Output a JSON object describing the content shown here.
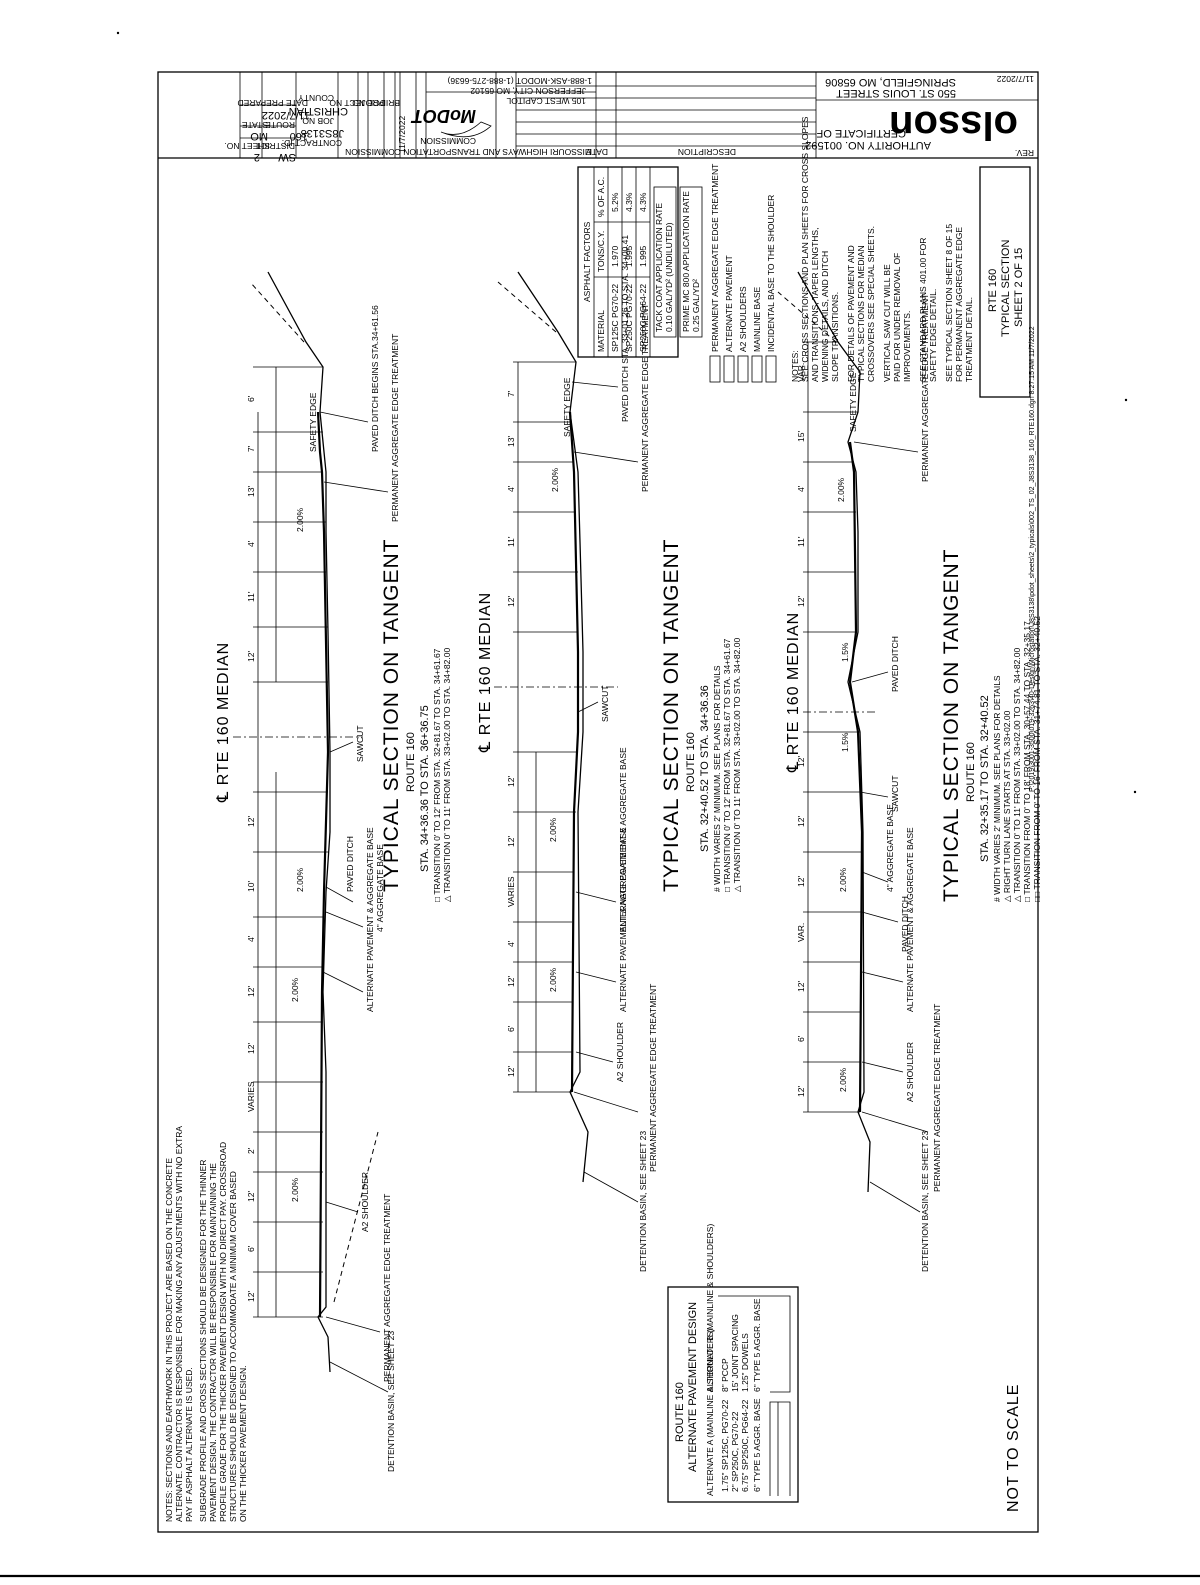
{
  "notes": [
    "NOTES: SECTIONS AND EARTHWORK IN THIS PROJECT ARE BASED ON THE CONCRETE",
    "ALTERNATE. CONTRACTOR IS RESPONSIBLE FOR MAKING ANY ADJUSTMENTS WITH NO EXTRA",
    "PAY IF ASPHALT ALTERNATE IS USED.",
    "SUBGRADE PROFILE AND CROSS SECTIONS SHOULD BE DESIGNED FOR THE THINNER",
    "PAVEMENT DESIGN. THE CONTRACTOR WILL BE RESPONSIBLE FOR MAINTAINING THE",
    "PROFILE GRADE FOR THE THICKER PAVEMENT DESIGN WITH NO DIRECT PAY. CROSSROAD",
    "STRUCTURES SHOULD BE DESIGNED TO ACCOMMODATE A MINIMUM COVER BASED",
    "ON THE THICKER PAVEMENT DESIGN."
  ],
  "not_to_scale": "NOT TO SCALE",
  "sections": [
    {
      "median": "℄ RTE 160 MEDIAN",
      "title": "TYPICAL SECTION ON TANGENT",
      "route": "ROUTE 160",
      "station": "STA. 34+36.36 TO STA. 36+36.75",
      "notes": [
        "□ TRANSITION 0' TO 12' FROM STA. 32+81.67 TO STA. 34+61.67",
        "△ TRANSITION 0' TO 11' FROM STA. 33+02.00 TO STA. 34+82.00"
      ],
      "callouts": [
        "DETENTION BASIN, SEE SHEET 23",
        "PERMANENT AGGREGATE EDGE TREATMENT",
        "A2 SHOULDER",
        "ALTERNATE PAVEMENT & AGGREGATE BASE",
        "4\" AGGREGATE BASE",
        "PAVED DITCH",
        "SAWCUT",
        "PERMANENT AGGREGATE EDGE TREATMENT",
        "PAVED DITCH BEGINS STA.34+61.56",
        "SAFETY EDGE"
      ]
    },
    {
      "median": "℄ RTE 160 MEDIAN",
      "title": "TYPICAL SECTION ON TANGENT",
      "route": "ROUTE 160",
      "station": "STA. 32+40.52 TO STA. 34+36.36",
      "notes": [
        "# WIDTH VARIES 2' MINIMUM. SEE PLANS FOR DETAILS",
        "□ TRANSITION 0' TO 12' FROM STA. 32+81.67 TO STA. 34+61.67",
        "△ TRANSITION 0' TO 11' FROM STA. 33+02.00 TO STA. 34+82.00"
      ],
      "callouts": [
        "DETENTION BASIN, SEE SHEET 23",
        "PERMANENT AGGREGATE EDGE TREATMENT",
        "A2 SHOULDER",
        "ALTERNATE PAVEMENT & AGGREGATE BASE",
        "ALTERNATE PAVEMENT & AGGREGATE BASE",
        "SAWCUT",
        "PERMANENT AGGREGATE EDGE TREATMENT",
        "PAVED DITCH STA. 33+01.26 TO STA. 34+00.41",
        "SAFETY EDGE"
      ]
    },
    {
      "median": "℄ RTE 160 MEDIAN",
      "title": "TYPICAL SECTION ON TANGENT",
      "route": "ROUTE 160",
      "station": "STA. 32+35.17 TO STA. 32+40.52",
      "notes": [
        "# WIDTH VARIES 2' MINIMUM. SEE PLANS FOR DETAILS",
        "△ RIGHT TURN LANE STARTS AT STA. 33+02.00",
        "△ TRANSITION 0' TO 11' FROM STA. 33+02.00 TO STA. 34+82.00",
        "□ TRANSITION FROM 0' TO 18' FROM STA. 30+57.44 TO STA. 32+35.17",
        "□□ TRANSITION FROM 0' TO 16' FROM STA. 31+74.81 TO STA. 32+40.52"
      ],
      "callouts": [
        "DETENTION BASIN, SEE SHEET 23",
        "PERMANENT AGGREGATE EDGE TREATMENT",
        "A2 SHOULDER",
        "ALTERNATE PAVEMENT & AGGREGATE BASE",
        "PAVED DITCH",
        "4\" AGGREGATE BASE",
        "PAVED DITCH",
        "SAWCUT",
        "PERMANENT AGGREGATE EDGE TREATMENT",
        "SAFETY EDGE"
      ]
    }
  ],
  "pavement_design": {
    "title": "ROUTE 160",
    "subtitle": "ALTERNATE PAVEMENT DESIGN",
    "alt_a_label": "ALTERNATE A (MAINLINE & SHOULDERS)",
    "alt_b_label": "ALTERNATE B (MAINLINE & SHOULDERS)",
    "layers_a": [
      "1.75\" SP125C, PG70-22",
      "2\" SP250C, PG70-22",
      "6.75\" SP250C, PG64-22",
      "6\" TYPE 5 AGGR. BASE"
    ],
    "layers_b": [
      "8\" PCCP",
      "15' JOINT SPACING",
      "1.25\" DOWELS",
      "6\" TYPE 5 AGGR. BASE"
    ]
  },
  "asphalt_factors": {
    "title": "ASPHALT FACTORS",
    "headers": [
      "MATERIAL",
      "TONS/C.Y.",
      "% OF A.C."
    ],
    "rows": [
      [
        "SP125C PG70-22",
        "1.970",
        "5.2%"
      ],
      [
        "SP250C PG70-22",
        "1.995",
        "4.3%"
      ],
      [
        "SP250C PG64-22",
        "1.995",
        "4.3%"
      ]
    ]
  },
  "tack_coat": [
    "TACK COAT APPLICATION RATE",
    "0.10 GAL/YD² (UNDILUTED)",
    "PRIME MC 800 APPLICATION RATE",
    "0.25 GAL/YD²"
  ],
  "legend": [
    "PERMANENT AGGREGATE EDGE TREATMENT",
    "ALTERNATE PAVEMENT",
    "A2 SHOULDERS",
    "MAINLINE BASE",
    "INCIDENTAL BASE TO THE SHOULDER"
  ],
  "general_notes": [
    "NOTES:",
    "SEE CROSS SECTIONS AND PLAN SHEETS FOR CROSS SLOPES",
    "AND TRANSITIONS, TAPER LENGTHS,",
    "WIDENING DETAILS, AND DITCH",
    "SLOPE TRANSITIONS.",
    "FOR DETAILS OF PAVEMENT AND",
    "TYPICAL SECTIONS FOR MEDIAN",
    "CROSSOVERS SEE SPECIAL SHEETS.",
    "VERTICAL SAW CUT WILL BE",
    "PAID FOR UNDER REMOVAL OF",
    "IMPROVEMENTS.",
    "SEE STANDARD PLANS 401.00 FOR",
    "SAFETY EDGE DETAIL.",
    "SEE TYPICAL SECTION SHEET 8 OF 15",
    "FOR PERMANENT AGGREGATE EDGE",
    "TREATMENT DETAIL."
  ],
  "sheet_box": [
    "RTE 160",
    "TYPICAL SECTION",
    "SHEET 2 OF 15"
  ],
  "title_block": {
    "date_prepared_label": "DATE PREPARED",
    "date_prepared": "11/7/2022",
    "route_label": "ROUTE",
    "route": "160",
    "state_label": "STATE",
    "state": "MO",
    "district_label": "DISTRICT",
    "district": "SW",
    "sheet_no_label": "SHEET NO.",
    "sheet_no": "2",
    "county_label": "COUNTY",
    "county": "CHRISTIAN",
    "job_no_label": "JOB NO.",
    "job_no": "J8S3138",
    "contract_label": "CONTRACT ID.",
    "project_label": "PROJECT NO.",
    "bridge_label": "BRIDGE NO.",
    "date_col": "DATE",
    "description_col": "DESCRIPTION",
    "commission": "MISSOURI HIGHWAYS AND TRANSPORTATION COMMISSION",
    "modot": "MoDOT",
    "modot_addr": [
      "105 WEST CAPITOL",
      "JEFFERSON CITY, MO 65102",
      "1-888-ASK-MODOT (1-888-275-6636)"
    ],
    "firm": "olsson",
    "firm_addr": [
      "550 ST. LOUIS STREET",
      "SPRINGFIELD, MO 65806",
      "CERTIFICATE OF",
      "AUTHORITY NO. 001592"
    ],
    "rev": "REV.",
    "plot_date": "11/7/2022",
    "file_path": "P:\\2019\\3001-3500\\019-3263\\40-Design\\Microstation\\J8S3138\\pdot_sheets\\2_typicals\\002_TS_02_J8S3138_160_RTE160.dgn   8:27:15 AM   11/7/2022"
  }
}
